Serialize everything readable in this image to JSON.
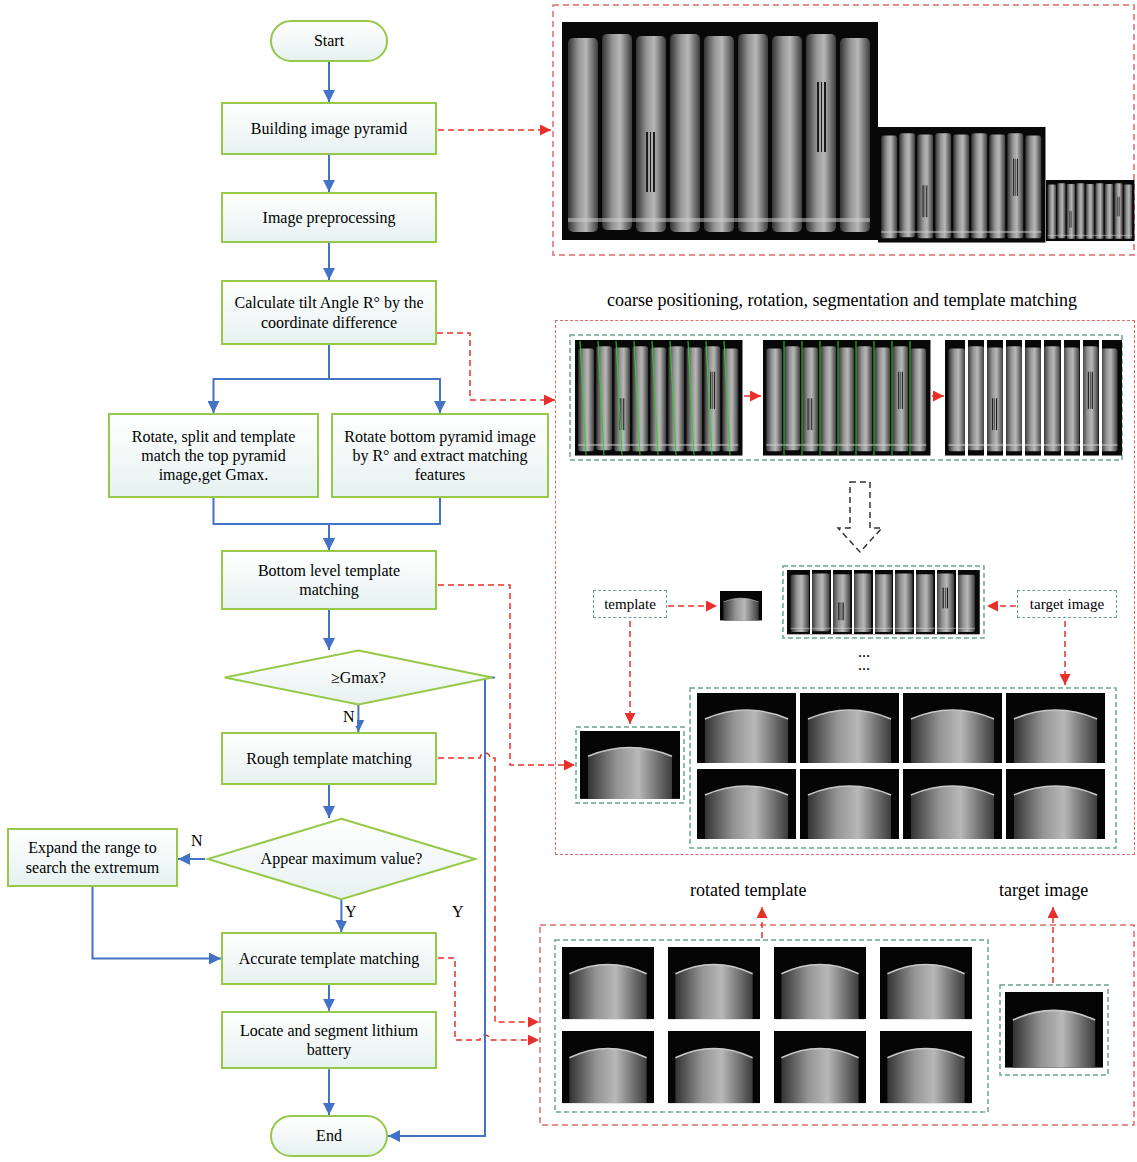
{
  "diagram": {
    "nodes": [
      {
        "text": [
          "Start"
        ]
      },
      {
        "text": [
          "Building image pyramid"
        ]
      },
      {
        "text": [
          "Image preprocessing"
        ]
      },
      {
        "text": [
          "Calculate tilt Angle R° by the coordinate difference"
        ]
      },
      {
        "text": [
          "Rotate, split and template match the top pyramid image,get Gmax."
        ]
      },
      {
        "text": [
          "Rotate bottom pyramid image by R° and extract matching features"
        ]
      },
      {
        "text": [
          "Bottom level template matching"
        ]
      },
      {
        "text": [
          "≥Gmax?"
        ]
      },
      {
        "text": [
          "Rough template matching"
        ]
      },
      {
        "text": [
          "Appear maximum value?"
        ]
      },
      {
        "text": [
          "Expand the range to search the extremum"
        ]
      },
      {
        "text": [
          "Accurate template matching"
        ]
      },
      {
        "text": [
          "Locate and segment lithium battery"
        ]
      },
      {
        "text": [
          "End"
        ]
      },
      {
        "text": [
          "coarse positioning, rotation, segmentation and template matching"
        ]
      },
      {
        "text": [
          "template"
        ],
        "in": 14
      },
      {
        "text": [
          "target image"
        ],
        "in": 14
      }
    ],
    "edges": [
      {
        "from": 0,
        "to": 1,
        "arrow": "to"
      },
      {
        "from": 1,
        "to": 2,
        "arrow": "to"
      },
      {
        "from": 2,
        "to": 3,
        "arrow": "to"
      },
      {
        "from": 3,
        "to": 4,
        "arrow": "to"
      },
      {
        "from": 3,
        "to": 5,
        "arrow": "to"
      },
      {
        "from": 4,
        "to": 6,
        "arrow": "to"
      },
      {
        "from": 5,
        "to": 6,
        "arrow": "to"
      },
      {
        "from": 6,
        "to": 7,
        "arrow": "to"
      },
      {
        "from": 7,
        "to": 8,
        "label": "N",
        "arrow": "to"
      },
      {
        "from": 7,
        "to": 13,
        "label": "Y",
        "arrow": "to"
      },
      {
        "from": 8,
        "to": 9,
        "arrow": "to"
      },
      {
        "from": 9,
        "to": 10,
        "label": "N",
        "arrow": "to"
      },
      {
        "from": 9,
        "to": 11,
        "label": "Y",
        "arrow": "to"
      },
      {
        "from": 10,
        "to": 11,
        "arrow": "to"
      },
      {
        "from": 11,
        "to": 12,
        "arrow": "to"
      },
      {
        "from": 12,
        "to": 13,
        "arrow": "to"
      },
      {
        "from": 3,
        "to": 14,
        "arrow": "to"
      }
    ],
    "labels": [
      "...",
      "...",
      "rotated template",
      "target image"
    ]
  }
}
